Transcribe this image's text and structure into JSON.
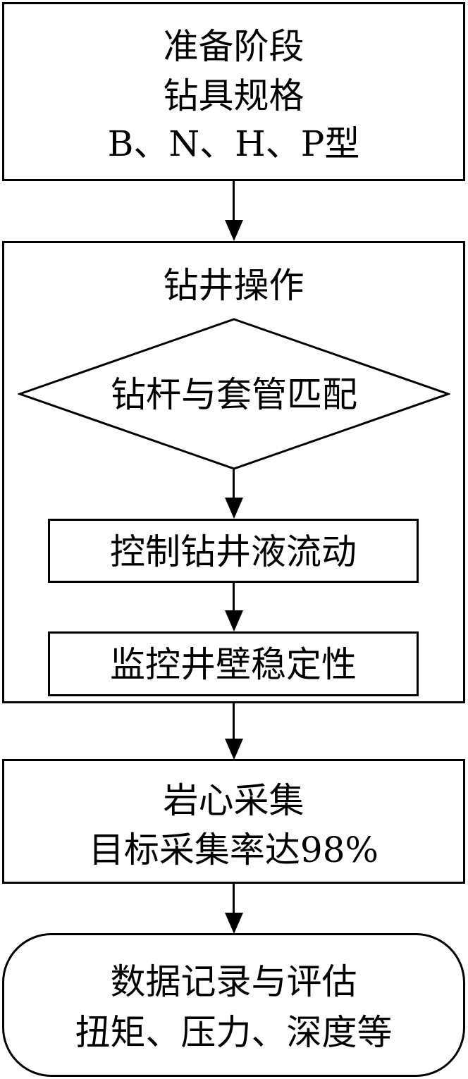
{
  "flowchart": {
    "prep": {
      "line1": "准备阶段",
      "line2": "钻具规格",
      "line3": "B、N、H、P型"
    },
    "drilling": {
      "title": "钻井操作",
      "decision": "钻杆与套管匹配",
      "step1": "控制钻井液流动",
      "step2": "监控井壁稳定性"
    },
    "core": {
      "line1": "岩心采集",
      "line2": "目标采集率达98%"
    },
    "record": {
      "line1": "数据记录与评估",
      "line2": "扭矩、压力、深度等"
    }
  }
}
